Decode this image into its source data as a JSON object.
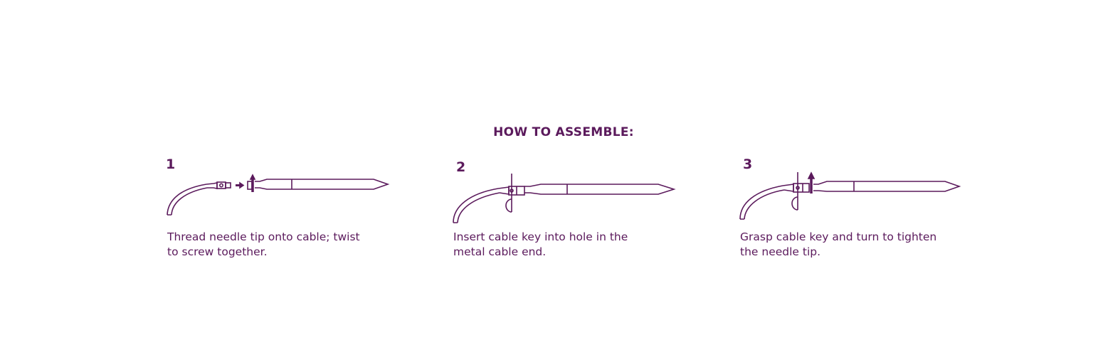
{
  "title": "HOW TO ASSEMBLE:",
  "color": "#5b1a5c",
  "steps": [
    {
      "number": "1",
      "caption_line1": "Thread needle tip onto cable; twist",
      "caption_line2": "to screw together.",
      "icon": "needle-thread-icon"
    },
    {
      "number": "2",
      "caption_line1": "Insert cable key into hole in the",
      "caption_line2": "metal cable end.",
      "icon": "cable-key-insert-icon"
    },
    {
      "number": "3",
      "caption_line1": "Grasp cable key and turn to tighten",
      "caption_line2": "the needle tip.",
      "icon": "cable-key-tighten-icon"
    }
  ]
}
